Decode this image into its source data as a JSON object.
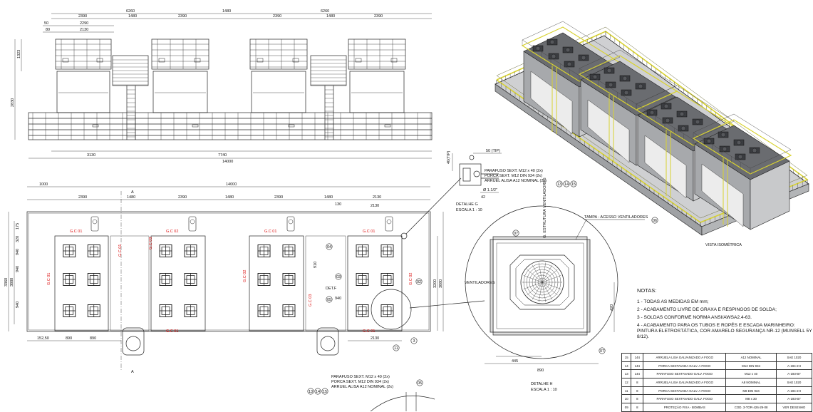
{
  "front_view": {
    "dims_top": [
      "6260",
      "1480",
      "6260"
    ],
    "dims_sub": [
      "2390",
      "1480",
      "2390",
      "2390",
      "1480",
      "2390"
    ],
    "dims_left": [
      "50",
      "2290",
      "80",
      "2130"
    ],
    "height_dims": [
      "1323",
      "2830"
    ],
    "dims_bottom": [
      "3130",
      "7740",
      "14000"
    ]
  },
  "plan_view": {
    "total": "14000",
    "seg_left": "1000",
    "segments": [
      "2390",
      "1480",
      "2390",
      "1480",
      "2390",
      "1480",
      "2130"
    ],
    "small": [
      "130",
      "2130"
    ],
    "section_mark": "A",
    "left_dims": [
      "175",
      "320",
      "940",
      "940",
      "940",
      "3880",
      "3360"
    ],
    "bottom_dims": [
      "152,50",
      "890",
      "890",
      "2130"
    ],
    "right_dims": [
      "3200",
      "3880"
    ],
    "red_labels": [
      "G.C 01",
      "G.C 01",
      "G.C 01",
      "G.C 02",
      "G.C 03",
      "G.C 01",
      "G.C 01",
      "G.C 02",
      "G.C 03",
      "G.C 01",
      "G.C 01",
      "G.C 02"
    ],
    "callouts": [
      "04",
      "05",
      "03",
      "02"
    ],
    "det_f": "DET.F",
    "annot": [
      "910",
      "940"
    ],
    "detail_h_circle": "3",
    "callout_11": "11"
  },
  "detail_g": {
    "fasteners": [
      "PARAFUSO SEXT. M12 x 40 (2x)",
      "PORCA SEXT. M12 DIN 934 (2x)",
      "ARRUEL ALISA A12 NOMINAL (2x)"
    ],
    "balloons": [
      "13",
      "14",
      "15"
    ],
    "dims": [
      "40(TIP)",
      "50 (TIP)",
      "Ø 1.1/2\"",
      "42"
    ],
    "title": "DETALHE G",
    "scale": "ESCALA 1 : 10"
  },
  "detail_h": {
    "tampa": "TAMPA - ACESSO VENTILADORES",
    "estrutura": "G. ESTRUTURA VENTILADORES",
    "ventiladores": "VENTILADORES",
    "balloons": [
      "06",
      "07",
      "07"
    ],
    "dims": [
      "420",
      "445",
      "890"
    ],
    "title": "DETALHE H",
    "scale": "ESCALA 1 : 10"
  },
  "bottom_fasteners": {
    "lines": [
      "PARAFUSO SEXT. M12 x 40 (2x)",
      "PORCA SEXT. M12 DIN 934 (2x)",
      "ARRUEL ALISA A12 NOMINAL (2x)"
    ],
    "balloons": [
      "13",
      "14",
      "15"
    ],
    "balloon2": "05"
  },
  "iso_label": "VISTA ISOMÉTRICA",
  "notes": {
    "title": "NOTAS:",
    "items": [
      "1 - TODAS AS MEDIDAS EM mm;",
      "2 - ACABAMENTO LIVRE DE GRAXA E RESPINGOS DE SOLDA;",
      "3 - SOLDAS CONFORME NORMA ANSI/AWSA2.4-63.",
      "4 - ACABAMENTO PARA OS TUBOS E ROPÉS E ESCADA MARINHEIRO: PINTURA ELETROSTÁTICA, COR AMARELO SEGURANÇA NR-12 (MUNSELL 5Y 8/12)."
    ]
  },
  "bom": [
    [
      "15",
      "144",
      "ARRUELA LISA GALVANIZADO A FOGO",
      "A12 NOMINAL",
      "SAE 1020"
    ],
    [
      "14",
      "144",
      "PORCA SEXTAVADA GALV. A FOGO",
      "M12 DIN 934",
      "A-194-2H"
    ],
    [
      "13",
      "144",
      "PARAFUSO SEXTAVADO GALV. FOGO",
      "M12 x 40",
      "A-193-B7"
    ],
    [
      "12",
      "8",
      "ARRUELA LISA GALVANIZADO A FOGO",
      "A8 NOMINAL",
      "SAE 1020"
    ],
    [
      "11",
      "8",
      "PORCA SEXTAVADA GALV. A FOGO",
      "M8 DIN 934",
      "A-194-2H"
    ],
    [
      "10",
      "8",
      "PARAFUSO SEXTAVADO GALV. FOGO",
      "M8 x 30",
      "A-193-B7"
    ],
    [
      "09",
      "8",
      "PROTEÇÃO FIXA - BOMBAS",
      "COD. 3-TOR-426-29-08",
      "VER DESENHO"
    ]
  ],
  "colors": {
    "line": "#222222",
    "red": "#dd1111",
    "rail_yellow": "#d8d230",
    "steel": "#b9bbbd"
  }
}
